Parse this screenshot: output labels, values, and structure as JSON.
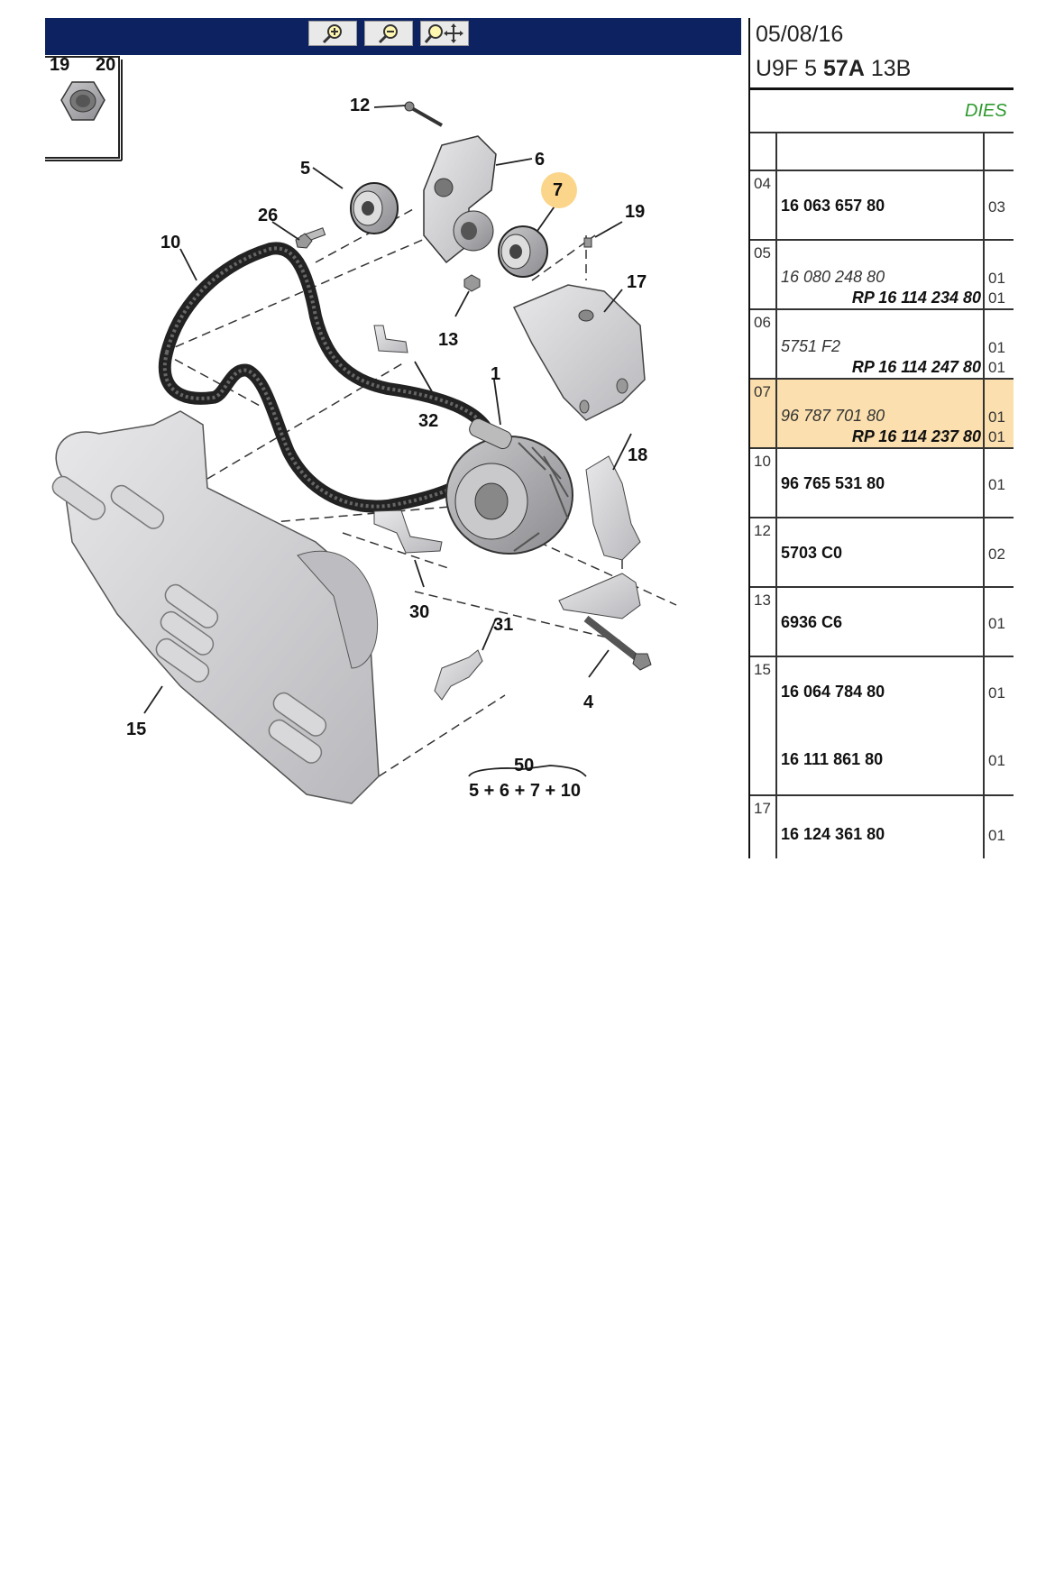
{
  "toolbar": {
    "zoom_in_icon": "zoom-in-magnifier",
    "zoom_out_icon": "zoom-out-magnifier",
    "pan_icon": "zoom-pan-magnifier",
    "bar_color": "#0d2260"
  },
  "diagram": {
    "inset_callouts": [
      "19",
      "20"
    ],
    "callouts": {
      "c1": "1",
      "c4": "4",
      "c5": "5",
      "c6": "6",
      "c7": "7",
      "c10": "10",
      "c12": "12",
      "c13": "13",
      "c15": "15",
      "c17": "17",
      "c18": "18",
      "c19": "19",
      "c26": "26",
      "c30": "30",
      "c31": "31",
      "c32": "32",
      "c50": "50",
      "c50_sub": "5 + 6 + 7 + 10"
    },
    "highlight_color": "#fbd58a"
  },
  "parts_panel": {
    "date": "05/08/16",
    "code_prefix": "U9F 5 ",
    "code_bold": "57A",
    "code_suffix": " 13B",
    "fuel": "DIES",
    "fuel_color": "#2e9a2e",
    "highlight_color": "#fbdfae",
    "rows": [
      {
        "pos": "04",
        "ref": "16 063 657 80",
        "qty": "03"
      },
      {
        "pos": "05",
        "ref": "16 080 248 80",
        "qty": "01",
        "rp": "RP 16 114 234 80",
        "rp_qty": "01"
      },
      {
        "pos": "06",
        "ref": "5751 F2",
        "qty": "01",
        "rp": "RP 16 114 247 80",
        "rp_qty": "01"
      },
      {
        "pos": "07",
        "ref": "96 787 701 80",
        "qty": "01",
        "rp": "RP 16 114 237 80",
        "rp_qty": "01"
      },
      {
        "pos": "10",
        "ref": "96 765 531 80",
        "qty": "01"
      },
      {
        "pos": "12",
        "ref": "5703 C0",
        "qty": "02"
      },
      {
        "pos": "13",
        "ref": "6936 C6",
        "qty": "01"
      },
      {
        "pos": "15",
        "ref": "16 064 784 80",
        "qty": "01",
        "ref2": "16 111 861 80",
        "qty2": "01"
      },
      {
        "pos": "17",
        "ref": "16 124 361 80",
        "qty": "01"
      }
    ]
  }
}
